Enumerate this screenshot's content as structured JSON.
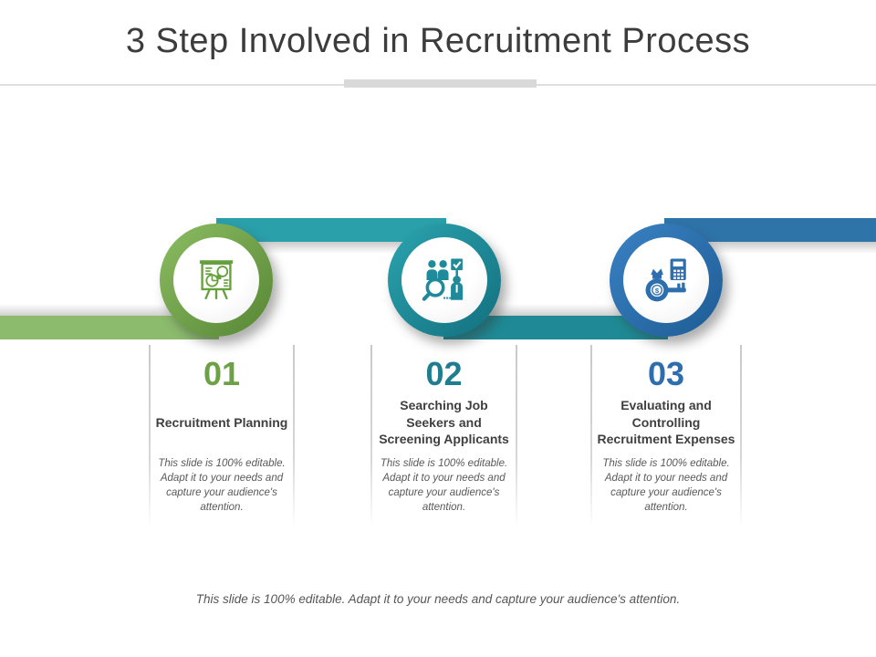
{
  "slide": {
    "title": "3 Step Involved in Recruitment Process",
    "divider": {
      "thin_line_color": "#dedede",
      "accent_bar_color": "#d9d9d9"
    },
    "ribbon": {
      "left_green": "#8cbb6d",
      "top_teal": "#2aa0ab",
      "bottom_teal": "#1f8a95",
      "right_blue": "#2e74a9"
    },
    "steps": [
      {
        "number": "01",
        "title": "Recruitment Planning",
        "description": "This slide is 100% editable. Adapt it to your needs and capture your audience's attention.",
        "accent": "#6ca245",
        "icon": "presentation-chart-icon",
        "icon_color": "#66a13d",
        "ring_light": "#8cbd62",
        "ring_dark": "#578635"
      },
      {
        "number": "02",
        "title": "Searching Job Seekers and Screening Applicants",
        "description": "This slide is 100% editable. Adapt it to your needs and capture your audience's attention.",
        "accent": "#1e7d8e",
        "icon": "candidate-screening-icon",
        "icon_color": "#1f8a99",
        "ring_light": "#2ba4af",
        "ring_dark": "#136f7e"
      },
      {
        "number": "03",
        "title": "Evaluating and Controlling Recruitment Expenses",
        "description": "This slide is 100% editable. Adapt it to your needs and capture your audience's attention.",
        "accent": "#2d6fae",
        "icon": "recruitment-expenses-icon",
        "icon_color": "#2d6fae",
        "ring_light": "#3a82c4",
        "ring_dark": "#1e5c94"
      }
    ],
    "footer": "This slide is 100% editable. Adapt it to your needs and capture your audience's attention."
  }
}
